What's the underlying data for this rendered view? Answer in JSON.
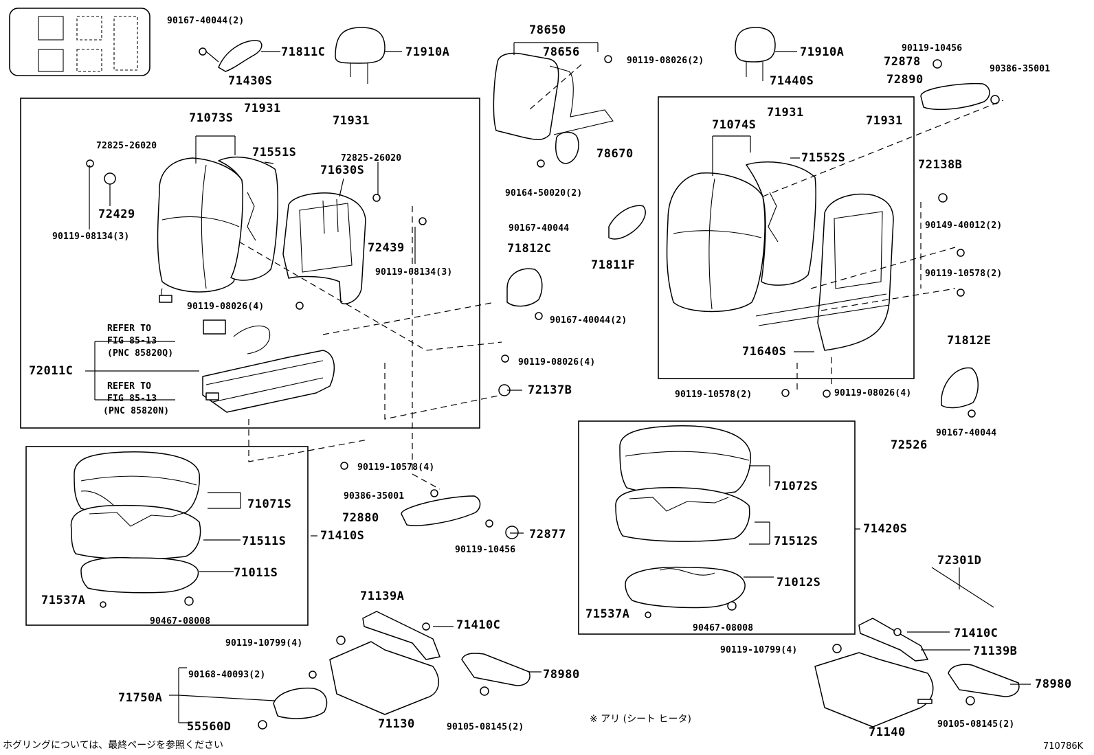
{
  "labels": {
    "p90167_40044_2_a": "90167-40044(2)",
    "p71811C": "71811C",
    "p71910A_left": "71910A",
    "p71430S": "71430S",
    "p71073S": "71073S",
    "p71931_a": "71931",
    "p71931_b": "71931",
    "p72825_26020_a": "72825-26020",
    "p71551S": "71551S",
    "p72825_26020_b": "72825-26020",
    "p71630S": "71630S",
    "p72429": "72429",
    "p90119_08134_3_a": "90119-08134(3)",
    "p72439": "72439",
    "p90119_08134_3_b": "90119-08134(3)",
    "p90119_08026_4_a": "90119-08026(4)",
    "refer_1": "REFER TO",
    "fig_1": "FIG 85-13",
    "pnc_1": "(PNC 85820Q)",
    "p72011C": "72011C",
    "refer_2": "REFER TO",
    "fig_2": "FIG 85-13",
    "pnc_2": "(PNC 85820N)",
    "p78650": "78650",
    "p78656": "78656",
    "p90119_08026_2": "90119-08026(2)",
    "p78670": "78670",
    "p90164_50020_2": "90164-50020(2)",
    "p90167_40044_b": "90167-40044",
    "p71811F": "71811F",
    "p71812C": "71812C",
    "p90167_40044_2_b": "90167-40044(2)",
    "p90119_08026_4_b": "90119-08026(4)",
    "p72137B": "72137B",
    "p71910A_right": "71910A",
    "p90119_10456_a": "90119-10456",
    "p72878": "72878",
    "p90386_35001_a": "90386-35001",
    "p72890": "72890",
    "p71440S": "71440S",
    "p71931_c": "71931",
    "p71931_d": "71931",
    "p71074S": "71074S",
    "p71552S": "71552S",
    "p72138B": "72138B",
    "p90149_40012_2": "90149-40012(2)",
    "p90119_10578_2_a": "90119-10578(2)",
    "p71640S": "71640S",
    "p71812E": "71812E",
    "p90119_10578_2_b": "90119-10578(2)",
    "p90119_08026_4_c": "90119-08026(4)",
    "p72526": "72526",
    "p90167_40044_c": "90167-40044",
    "p71071S": "71071S",
    "p71511S": "71511S",
    "p71410S": "71410S",
    "p71011S": "71011S",
    "p71537A_a": "71537A",
    "p90467_08008_a": "90467-08008",
    "p90119_10578_4": "90119-10578(4)",
    "p90386_35001_b": "90386-35001",
    "p72880": "72880",
    "p72877": "72877",
    "p90119_10456_b": "90119-10456",
    "p71072S": "71072S",
    "p71420S": "71420S",
    "p71512S": "71512S",
    "p71012S": "71012S",
    "p71537A_b": "71537A",
    "p90467_08008_b": "90467-08008",
    "p72301D": "72301D",
    "p71139A": "71139A",
    "p71410C_a": "71410C",
    "p90119_10799_4_a": "90119-10799(4)",
    "p90168_40093_2": "90168-40093(2)",
    "p71750A": "71750A",
    "p55560D": "55560D",
    "p71130": "71130",
    "p78980_a": "78980",
    "p90105_08145_2_a": "90105-08145(2)",
    "heater_note": "※ アリ (シート ヒータ)",
    "p71410C_b": "71410C",
    "p90119_10799_4_b": "90119-10799(4)",
    "p71139B": "71139B",
    "p78980_b": "78980",
    "p71140": "71140",
    "p90105_08145_2_b": "90105-08145(2)",
    "footer_note": "ホグリングについては、最終ページを参照ください",
    "diagram_code": "710786K"
  }
}
